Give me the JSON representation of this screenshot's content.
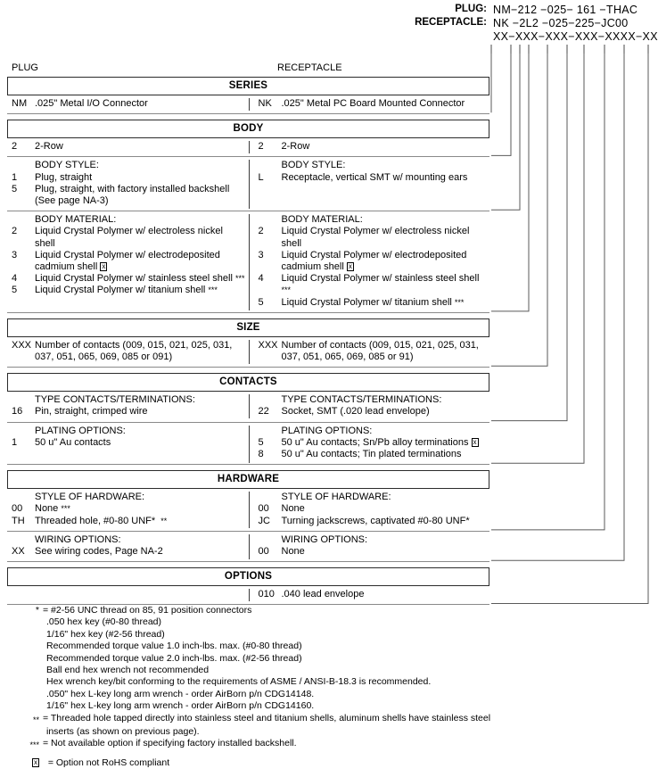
{
  "part_number_header": {
    "rows": [
      {
        "label": "PLUG:",
        "value": "NM−212 −025− 161 −THAC"
      },
      {
        "label": "RECEPTACLE:",
        "value": "NK −2L2 −025−225−JC00"
      }
    ],
    "mask": "XX−XXX−XXX−XXX−XXXX−XXX"
  },
  "columns": {
    "plug_caption": "PLUG",
    "receptacle_caption": "RECEPTACLE"
  },
  "sections": [
    {
      "title": "SERIES",
      "groups": [
        {
          "left": {
            "entries": [
              {
                "code": "NM",
                "desc": ".025\" Metal I/O Connector"
              }
            ]
          },
          "right": {
            "entries": [
              {
                "code": "NK",
                "desc": ".025\" Metal PC Board Mounted Connector"
              }
            ]
          }
        }
      ]
    },
    {
      "title": "BODY",
      "groups": [
        {
          "left": {
            "entries": [
              {
                "code": "2",
                "desc": "2-Row"
              }
            ]
          },
          "right": {
            "entries": [
              {
                "code": "2",
                "desc": "2-Row"
              }
            ]
          }
        },
        {
          "left": {
            "subhead": "BODY STYLE:",
            "entries": [
              {
                "code": "1",
                "desc": "Plug, straight"
              },
              {
                "code": "5",
                "desc": "Plug, straight, with factory installed backshell"
              }
            ],
            "continuation": "(See page NA-3)"
          },
          "right": {
            "subhead": "BODY STYLE:",
            "entries": [
              {
                "code": "L",
                "desc": "Receptacle, vertical SMT w/ mounting ears"
              }
            ]
          }
        },
        {
          "left": {
            "subhead": "BODY MATERIAL:",
            "entries": [
              {
                "code": "2",
                "desc": "Liquid Crystal Polymer w/ electroless nickel",
                "cont": "shell"
              },
              {
                "code": "3",
                "desc": "Liquid Crystal Polymer w/ electrodeposited",
                "cont": "cadmium shell ",
                "cont_rohs": true
              },
              {
                "code": "4",
                "desc": "Liquid Crystal Polymer w/ stainless steel shell ",
                "sup": "***"
              },
              {
                "code": "5",
                "desc": "Liquid Crystal Polymer w/ titanium shell ",
                "sup": "***"
              }
            ]
          },
          "right": {
            "subhead": "BODY MATERIAL:",
            "entries": [
              {
                "code": "2",
                "desc": "Liquid Crystal Polymer w/ electroless nickel",
                "cont": "shell"
              },
              {
                "code": "3",
                "desc": "Liquid Crystal Polymer w/ electrodeposited",
                "cont": "cadmium shell ",
                "cont_rohs": true
              },
              {
                "code": "4",
                "desc": "Liquid Crystal Polymer w/ stainless steel shell ",
                "sup": "***"
              },
              {
                "code": "5",
                "desc": "Liquid Crystal Polymer w/ titanium shell ",
                "sup": "***"
              }
            ]
          }
        }
      ]
    },
    {
      "title": "SIZE",
      "groups": [
        {
          "left": {
            "entries": [
              {
                "code": "XXX",
                "desc": "Number of contacts (009, 015, 021, 025, 031,",
                "cont": "037, 051, 065, 069, 085 or 091)"
              }
            ]
          },
          "right": {
            "entries": [
              {
                "code": "XXX",
                "desc": "Number of contacts (009, 015, 021, 025, 031,",
                "cont": "037, 051, 065, 069, 085 or 91)"
              }
            ]
          }
        }
      ]
    },
    {
      "title": "CONTACTS",
      "groups": [
        {
          "left": {
            "subhead": "TYPE CONTACTS/TERMINATIONS:",
            "entries": [
              {
                "code": "16",
                "desc": "Pin, straight, crimped wire"
              }
            ]
          },
          "right": {
            "subhead": "TYPE CONTACTS/TERMINATIONS:",
            "entries": [
              {
                "code": "22",
                "desc": "Socket, SMT (.020 lead envelope)"
              }
            ]
          }
        },
        {
          "left": {
            "subhead": "PLATING OPTIONS:",
            "entries": [
              {
                "code": "1",
                "desc": "50 u\" Au contacts"
              }
            ]
          },
          "right": {
            "subhead": "PLATING OPTIONS:",
            "entries": [
              {
                "code": "5",
                "desc": "50 u\" Au contacts; Sn/Pb alloy terminations ",
                "rohs": true
              },
              {
                "code": "8",
                "desc": "50 u\" Au contacts; Tin plated terminations"
              }
            ]
          }
        }
      ]
    },
    {
      "title": "HARDWARE",
      "groups": [
        {
          "left": {
            "subhead": "STYLE OF HARDWARE:",
            "entries": [
              {
                "code": "00",
                "desc": "None ",
                "sup": "***"
              },
              {
                "code": "TH",
                "desc": "Threaded hole, #0-80 UNF*  ",
                "sup": "**"
              }
            ]
          },
          "right": {
            "subhead": "STYLE OF HARDWARE:",
            "entries": [
              {
                "code": "00",
                "desc": "None"
              },
              {
                "code": "JC",
                "desc": "Turning jackscrews, captivated #0-80 UNF*"
              }
            ]
          }
        },
        {
          "left": {
            "subhead": "WIRING OPTIONS:",
            "entries": [
              {
                "code": "XX",
                "desc": "See wiring codes, Page NA-2"
              }
            ]
          },
          "right": {
            "subhead": "WIRING OPTIONS:",
            "entries": [
              {
                "code": "00",
                "desc": "None"
              }
            ]
          }
        }
      ]
    },
    {
      "title": "OPTIONS",
      "groups": [
        {
          "left": {
            "entries": []
          },
          "right": {
            "entries": [
              {
                "code": "010",
                "desc": ".040 lead envelope"
              }
            ]
          }
        }
      ]
    }
  ],
  "footnotes": [
    {
      "mark": "*",
      "text": "= #2-56 UNC thread on 85, 91 position connectors"
    },
    {
      "mark": "",
      "indent": true,
      "text": ".050 hex key (#0-80 thread)"
    },
    {
      "mark": "",
      "indent": true,
      "text": "1/16\" hex key (#2-56 thread)"
    },
    {
      "mark": "",
      "indent": true,
      "text": "Recommended torque value 1.0 inch-lbs. max. (#0-80 thread)"
    },
    {
      "mark": "",
      "indent": true,
      "text": "Recommended torque value 2.0 inch-lbs. max. (#2-56 thread)"
    },
    {
      "mark": "",
      "indent": true,
      "text": "Ball end hex wrench not recommended"
    },
    {
      "mark": "",
      "indent": true,
      "text": "Hex wrench key/bit conforming to the requirements of ASME / ANSI-B-18.3 is recommended."
    },
    {
      "mark": "",
      "indent": true,
      "text": ".050\" hex L-key long arm wrench - order AirBorn p/n CDG14148."
    },
    {
      "mark": "",
      "indent": true,
      "text": "1/16\" hex L-key long arm wrench - order AirBorn p/n CDG14160."
    },
    {
      "mark": "**",
      "text": "= Threaded hole tapped directly into stainless steel and titanium shells, aluminum shells have stainless steel"
    },
    {
      "mark": "",
      "indent": true,
      "text": "inserts (as shown on previous page)."
    },
    {
      "mark": "***",
      "text": "= Not available option if specifying factory installed backshell."
    },
    {
      "mark": "ROHS_BOX",
      "text": "= Option not RoHS compliant",
      "gap_before": true
    }
  ],
  "leader_lines": {
    "tick_x": [
      551,
      573,
      583,
      593,
      614,
      636,
      655,
      678,
      700,
      727
    ],
    "stroke": "#5a5a5a"
  }
}
